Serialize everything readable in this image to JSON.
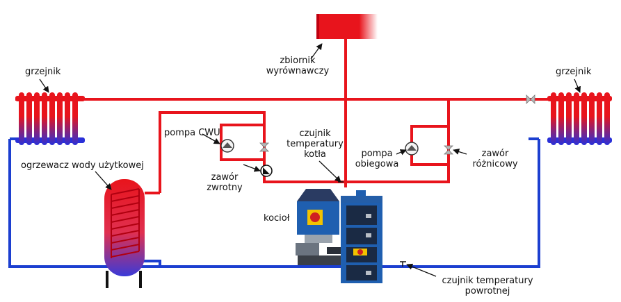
{
  "labels": {
    "expansion_tank": [
      "zbiornik",
      "wyrównawczy"
    ],
    "radiator_left": "grzejnik",
    "radiator_right": "grzejnik",
    "cwu_pump": "pompa CWU",
    "boiler_sensor": [
      "czujnik",
      "temperatury",
      "kotła"
    ],
    "water_heater": "ogrzewacz wody użytkowej",
    "check_valve": [
      "zawór",
      "zwrotny"
    ],
    "circulation_pump": [
      "pompa",
      "obiegowa"
    ],
    "differential_valve": [
      "zawór",
      "różnicowy"
    ],
    "boiler": "kocioł",
    "return_sensor": [
      "czujnik temperatury",
      "powrotnej"
    ]
  },
  "colors": {
    "supply": "#e8141c",
    "return": "#1c3fd0",
    "boiler_body": "#1f5fb0",
    "boiler_dark": "#1a2a44"
  }
}
